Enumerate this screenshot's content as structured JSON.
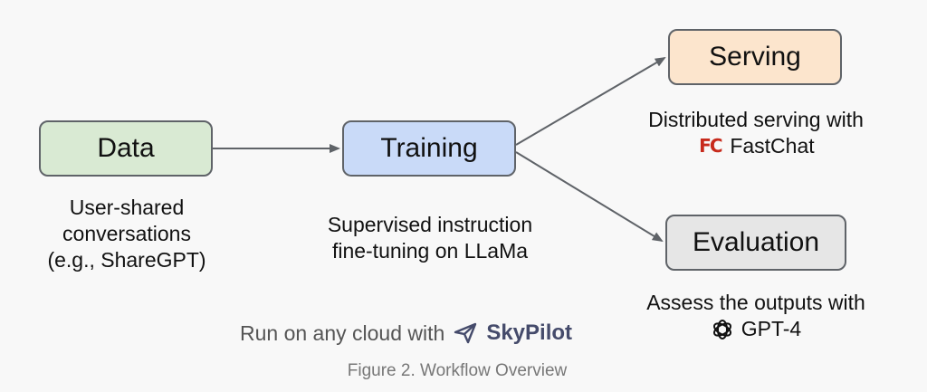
{
  "colors": {
    "data_fill": "#d9ead3",
    "training_fill": "#c9daf8",
    "serving_fill": "#fce5cd",
    "evaluation_fill": "#e6e6e6",
    "arrow": "#5f6368",
    "fastchat_red": "#c72a1c",
    "skypilot_navy": "#454b6b"
  },
  "nodes": {
    "data": {
      "label": "Data"
    },
    "training": {
      "label": "Training"
    },
    "serving": {
      "label": "Serving"
    },
    "evaluation": {
      "label": "Evaluation"
    }
  },
  "captions": {
    "data": [
      "User-shared",
      "conversations",
      "(e.g., ShareGPT)"
    ],
    "training": [
      "Supervised instruction",
      "fine-tuning on LLaMa"
    ],
    "serving": {
      "line1": "Distributed serving with",
      "logo_text": "FC",
      "brand": "FastChat"
    },
    "evaluation": {
      "line1": "Assess the outputs with",
      "brand": "GPT-4"
    }
  },
  "icons": {
    "fastchat": "fastchat-logo-icon",
    "skypilot": "paper-plane-icon",
    "openai": "openai-logo-icon"
  },
  "run_line": {
    "text": "Run on any cloud with",
    "brand": "SkyPilot"
  },
  "figure_caption": "Figure 2. Workflow Overview"
}
